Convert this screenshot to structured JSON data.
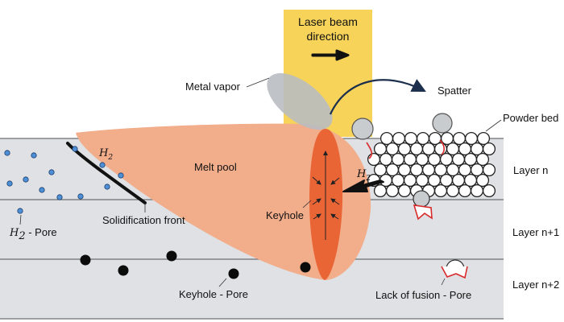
{
  "colors": {
    "layer_fill": "#dfe1e4",
    "layer_line": "#6c6f72",
    "laser": "#f7d35a",
    "melt_pool": "#f2ad8b",
    "keyhole": "#e96536",
    "vapor": "#b7bcc1",
    "spatter": "#c9ccce",
    "pore_blue": "#4f8fd6",
    "red": "#d82a2a",
    "arrow_dark": "#1c2f4d"
  },
  "labels": {
    "laser_line1": "Laser beam",
    "laser_line2": "direction",
    "metal_vapor": "Metal vapor",
    "spatter": "Spatter",
    "powder_bed": "Powder bed",
    "melt_pool": "Melt pool",
    "h2_pool": "H",
    "h2_pool_sub": "2",
    "h2_keyhole": "H",
    "h2_keyhole_sub": "2",
    "layer_n": "Layer n",
    "layer_n1": "Layer n+1",
    "layer_n2": "Layer n+2",
    "keyhole": "Keyhole",
    "solidification_front": "Solidification front",
    "h2_pore_h": "H",
    "h2_pore_sub": "2",
    "h2_pore_rest": " - Pore",
    "keyhole_pore": "Keyhole - Pore",
    "lack_of_fusion_pore": "Lack of fusion - Pore"
  }
}
